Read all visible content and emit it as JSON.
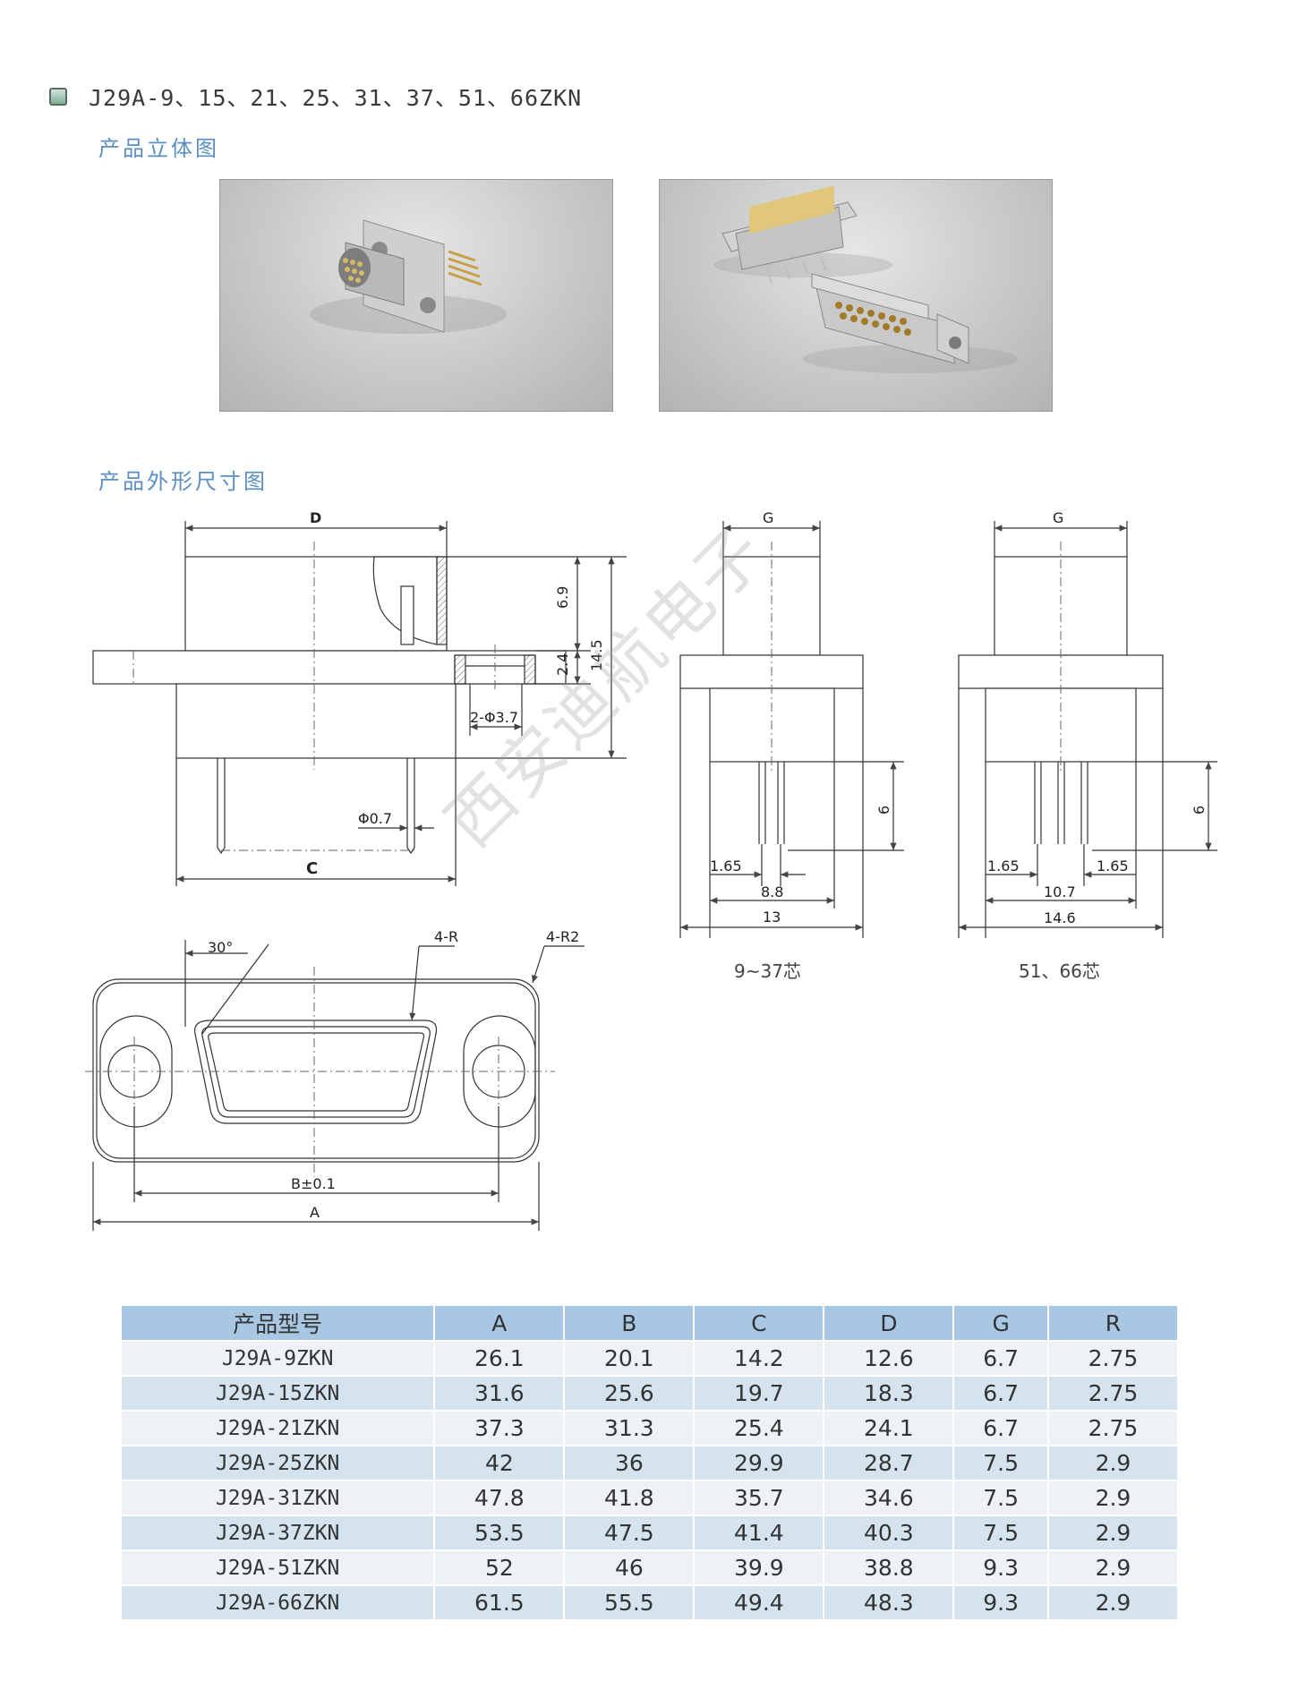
{
  "title": "J29A-9、15、21、25、31、37、51、66ZKN",
  "sections": {
    "views_3d": "产品立体图",
    "outline_dims": "产品外形尺寸图"
  },
  "drawing": {
    "labels": {
      "D": "D",
      "C": "C",
      "G": "G",
      "A": "A",
      "B": "B±0.1",
      "holes": "2-Φ3.7",
      "pin_dia": "Φ0.7",
      "angle": "30°",
      "r_inner": "4-R",
      "r_outer": "4-R2"
    },
    "dims": {
      "h1": "6.9",
      "h2": "2.4",
      "h_total": "14.5",
      "pin_len_a": "6",
      "pin_len_b": "6",
      "v1_edge": "1.65",
      "v1_pitch": "8.8",
      "v1_width": "13",
      "v2_edge_l": "1.65",
      "v2_edge_r": "1.65",
      "v2_pitch": "10.7",
      "v2_width": "14.6"
    },
    "captions": {
      "v1": "9~37芯",
      "v2": "51、66芯"
    }
  },
  "watermark": "西安迪航电子",
  "table": {
    "headers": [
      "产品型号",
      "A",
      "B",
      "C",
      "D",
      "G",
      "R"
    ],
    "rows": [
      [
        "J29A-9ZKN",
        "26.1",
        "20.1",
        "14.2",
        "12.6",
        "6.7",
        "2.75"
      ],
      [
        "J29A-15ZKN",
        "31.6",
        "25.6",
        "19.7",
        "18.3",
        "6.7",
        "2.75"
      ],
      [
        "J29A-21ZKN",
        "37.3",
        "31.3",
        "25.4",
        "24.1",
        "6.7",
        "2.75"
      ],
      [
        "J29A-25ZKN",
        "42",
        "36",
        "29.9",
        "28.7",
        "7.5",
        "2.9"
      ],
      [
        "J29A-31ZKN",
        "47.8",
        "41.8",
        "35.7",
        "34.6",
        "7.5",
        "2.9"
      ],
      [
        "J29A-37ZKN",
        "53.5",
        "47.5",
        "41.4",
        "40.3",
        "7.5",
        "2.9"
      ],
      [
        "J29A-51ZKN",
        "52",
        "46",
        "39.9",
        "38.8",
        "9.3",
        "2.9"
      ],
      [
        "J29A-66ZKN",
        "61.5",
        "55.5",
        "49.4",
        "48.3",
        "9.3",
        "2.9"
      ]
    ]
  }
}
